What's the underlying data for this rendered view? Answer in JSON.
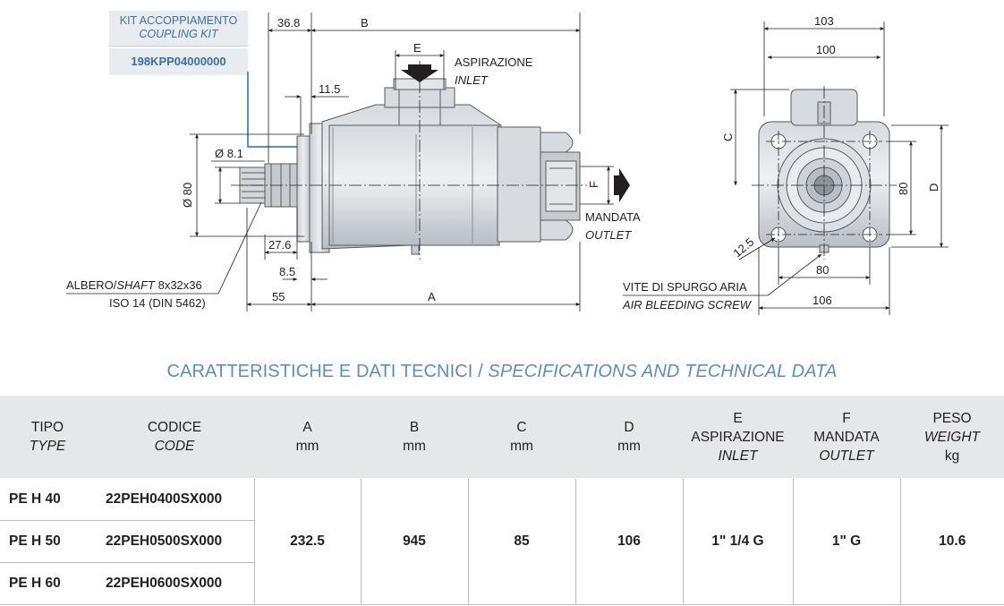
{
  "kit": {
    "title": "KIT ACCOPPIAMENTO",
    "title_en": "COUPLING KIT",
    "code": "198KPP04000000"
  },
  "drawing": {
    "dim_36_8": "36.8",
    "dim_B": "B",
    "dim_E": "E",
    "dim_11_5": "11.5",
    "inlet_it": "ASPIRAZIONE",
    "inlet_en": "INLET",
    "dim_d81": "Ø 8.1",
    "dim_d80": "Ø 80",
    "dim_F": "F",
    "outlet_it": "MANDATA",
    "outlet_en": "OUTLET",
    "dim_27_6": "27.6",
    "dim_8_5": "8.5",
    "shaft_line1_a": "ALBERO/",
    "shaft_line1_b": "SHAFT",
    "shaft_line1_c": " 8x32x36",
    "shaft_line2": "ISO 14 (DIN 5462)",
    "dim_55": "55",
    "dim_A": "A",
    "dim_103": "103",
    "dim_100": "100",
    "dim_C": "C",
    "dim_80v": "80",
    "dim_D": "D",
    "dim_12_5": "12.5",
    "dim_80h": "80",
    "dim_106": "106",
    "bleed_it": "VITE DI SPURGO ARIA",
    "bleed_en": "AIR BLEEDING SCREW"
  },
  "section": {
    "title_it": "CARATTERISTICHE E DATI TECNICI / ",
    "title_en": "SPECIFICATIONS AND TECHNICAL DATA"
  },
  "table": {
    "headers": {
      "tipo": "TIPO",
      "tipo_en": "TYPE",
      "codice": "CODICE",
      "codice_en": "CODE",
      "a": "A",
      "a_unit": "mm",
      "b": "B",
      "b_unit": "mm",
      "c": "C",
      "c_unit": "mm",
      "d": "D",
      "d_unit": "mm",
      "e": "E",
      "e_it": "ASPIRAZIONE",
      "e_en": "INLET",
      "f": "F",
      "f_it": "MANDATA",
      "f_en": "OUTLET",
      "peso": "PESO",
      "peso_en": "WEIGHT",
      "peso_unit": "kg"
    },
    "rows": [
      {
        "tipo": "PE H 40",
        "code": "22PEH0400SX000"
      },
      {
        "tipo": "PE H 50",
        "code": "22PEH0500SX000"
      },
      {
        "tipo": "PE H 60",
        "code": "22PEH0600SX000"
      }
    ],
    "shared": {
      "a": "232.5",
      "b": "945",
      "c": "85",
      "d": "106",
      "e": "1\" 1/4 G",
      "f": "1\" G",
      "weight": "10.6"
    }
  }
}
